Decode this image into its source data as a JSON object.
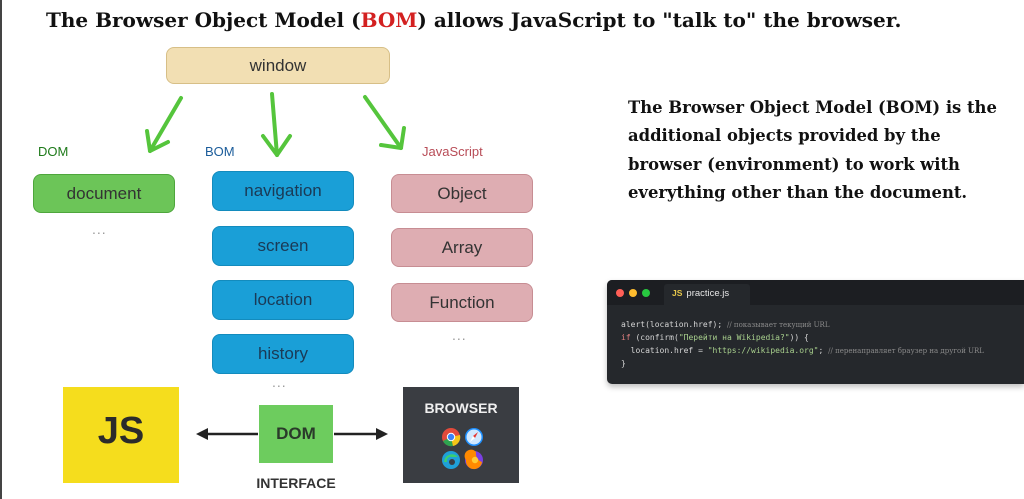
{
  "headline": {
    "prefix": "The Browser Object Model (",
    "highlight": "BOM",
    "suffix": ") allows JavaScript to \"talk to\" the browser."
  },
  "diagram": {
    "root": "window",
    "columns": {
      "dom": {
        "label": "DOM",
        "items": [
          "document"
        ],
        "more": "..."
      },
      "bom": {
        "label": "BOM",
        "items": [
          "navigation",
          "screen",
          "location",
          "history"
        ],
        "more": "..."
      },
      "javascript": {
        "label": "JavaScript",
        "items": [
          "Object",
          "Array",
          "Function"
        ],
        "more": "..."
      }
    },
    "bottom": {
      "js_logo": "JS",
      "dom_box": "DOM",
      "interface_label": "INTERFACE",
      "browser_label": "BROWSER"
    }
  },
  "side_text": [
    "The Browser Object Model (BOM) is the",
    "additional objects provided by the",
    "browser (environment) to work with",
    "everything other than the document."
  ],
  "code_window": {
    "tab_icon": "JS",
    "tab_name": "practice.js",
    "lines": {
      "l1_code": "alert(location.href); ",
      "l1_comment": "// показывает текущий URL",
      "l2_kw": "if",
      "l2_a": " (confirm(",
      "l2_str": "\"Перейти на Wikipedia?\"",
      "l2_b": ")) {",
      "l3_a": "  location.href = ",
      "l3_str": "\"https://wikipedia.org\"",
      "l3_b": "; ",
      "l3_comment": "// перенаправляет браузер на другой URL",
      "l4": "}"
    }
  },
  "colors": {
    "highlight_red": "#d32020",
    "arrow_green": "#55c53c",
    "window_box": "#f2dfb3",
    "dom_green": "#6cc558",
    "bom_blue": "#1a9fd7",
    "js_pink": "#deadb2",
    "js_yellow": "#f5dd1d"
  }
}
